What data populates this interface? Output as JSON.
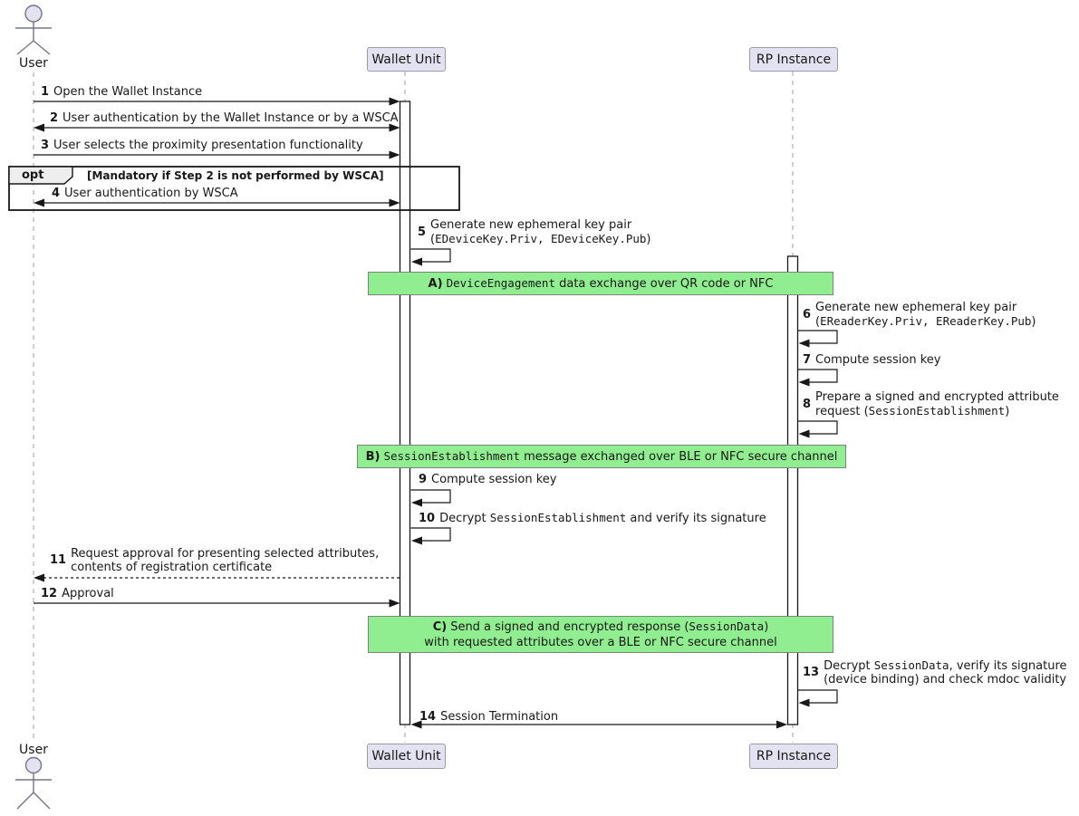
{
  "colors": {
    "participant_fill": "#E2E2F0",
    "participant_border": "#9a9ab0",
    "divider_fill": "#90EE90",
    "divider_border": "#788878",
    "lifeline": "#A0A0A0",
    "line": "#181818"
  },
  "participants": {
    "user": "User",
    "wallet": "Wallet Unit",
    "rp": "RP Instance"
  },
  "opt": {
    "keyword": "opt",
    "condition": "[Mandatory if Step 2 is not performed by WSCA]"
  },
  "dividers": {
    "a": {
      "prefix": "A)",
      "mono": "DeviceEngagement",
      "post": " data exchange over QR code or NFC"
    },
    "b": {
      "prefix": "B)",
      "mono": "SessionEstablishment",
      "post": " message exchanged over BLE or NFC secure channel"
    },
    "c": {
      "prefix": "C)",
      "line1_pre": "Send a signed and encrypted response (",
      "line1_mono": "SessionData",
      "line1_post": ")",
      "line2": "with requested attributes over a BLE or NFC secure channel"
    }
  },
  "messages": {
    "m1": {
      "num": "1",
      "text": "Open the Wallet Instance"
    },
    "m2": {
      "num": "2",
      "text": "User authentication by the Wallet Instance or by a WSCA"
    },
    "m3": {
      "num": "3",
      "text": "User selects the proximity presentation functionality"
    },
    "m4": {
      "num": "4",
      "text": "User authentication by WSCA"
    },
    "m5": {
      "num": "5",
      "line1": "Generate new ephemeral key pair",
      "line2_pre": "(",
      "line2_mono": "EDeviceKey.Priv, EDeviceKey.Pub",
      "line2_post": ")"
    },
    "m6": {
      "num": "6",
      "line1": "Generate new ephemeral key pair",
      "line2_pre": "(",
      "line2_mono": "EReaderKey.Priv, EReaderKey.Pub",
      "line2_post": ")"
    },
    "m7": {
      "num": "7",
      "text": "Compute session key"
    },
    "m8": {
      "num": "8",
      "line1": "Prepare a signed and encrypted attribute",
      "line2_pre": "request (",
      "line2_mono": "SessionEstablishment",
      "line2_post": ")"
    },
    "m9": {
      "num": "9",
      "text": "Compute session key"
    },
    "m10": {
      "num": "10",
      "pre": "Decrypt ",
      "mono": "SessionEstablishment",
      "post": " and verify its signature"
    },
    "m11": {
      "num": "11",
      "line1": "Request approval for presenting selected attributes,",
      "line2": "contents of registration certificate"
    },
    "m12": {
      "num": "12",
      "text": "Approval"
    },
    "m13": {
      "num": "13",
      "line1_pre": "Decrypt ",
      "line1_mono": "SessionData",
      "line1_post": ", verify its signature",
      "line2": "(device binding) and check mdoc validity"
    },
    "m14": {
      "num": "14",
      "text": "Session Termination"
    }
  }
}
